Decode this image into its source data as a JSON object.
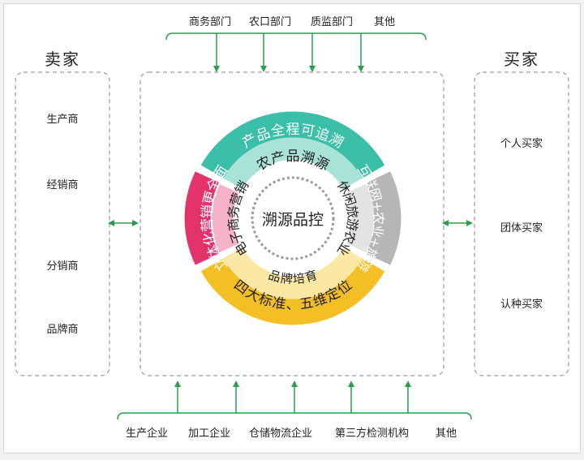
{
  "top_departments": [
    "商务部门",
    "农口部门",
    "质监部门",
    "其他"
  ],
  "bottom_parties": [
    "生产企业",
    "加工企业",
    "仓储物流企业",
    "第三方检测机构",
    "其他"
  ],
  "sellers": {
    "title": "卖家",
    "items": [
      "生产商",
      "经销商",
      "分销商",
      "品牌商"
    ]
  },
  "buyers": {
    "title": "买家",
    "items": [
      "个人买家",
      "团体买家",
      "认种买家"
    ]
  },
  "center": "溯源品控",
  "outer_ring": {
    "top": "产品全程可追溯",
    "right": "互联网+农业+旅游",
    "bottom": "四大标准、五维定位",
    "left": "立体化营销更全面"
  },
  "inner_ring": {
    "top": "农产品溯源",
    "right": "休闲旅游农业",
    "bottom": "品牌培育",
    "left": "电子商务营销"
  },
  "colors": {
    "top_outer": "#3cbfa9",
    "top_inner": "#a9e2d6",
    "right_outer": "#b6b6b6",
    "right_inner": "#e3e3e3",
    "bottom_outer": "#f3bf24",
    "bottom_inner": "#fbe8a4",
    "left_outer": "#e4336b",
    "left_inner": "#f5b2c8",
    "arrow": "#27a04a",
    "dash": "#9a9a9a"
  }
}
